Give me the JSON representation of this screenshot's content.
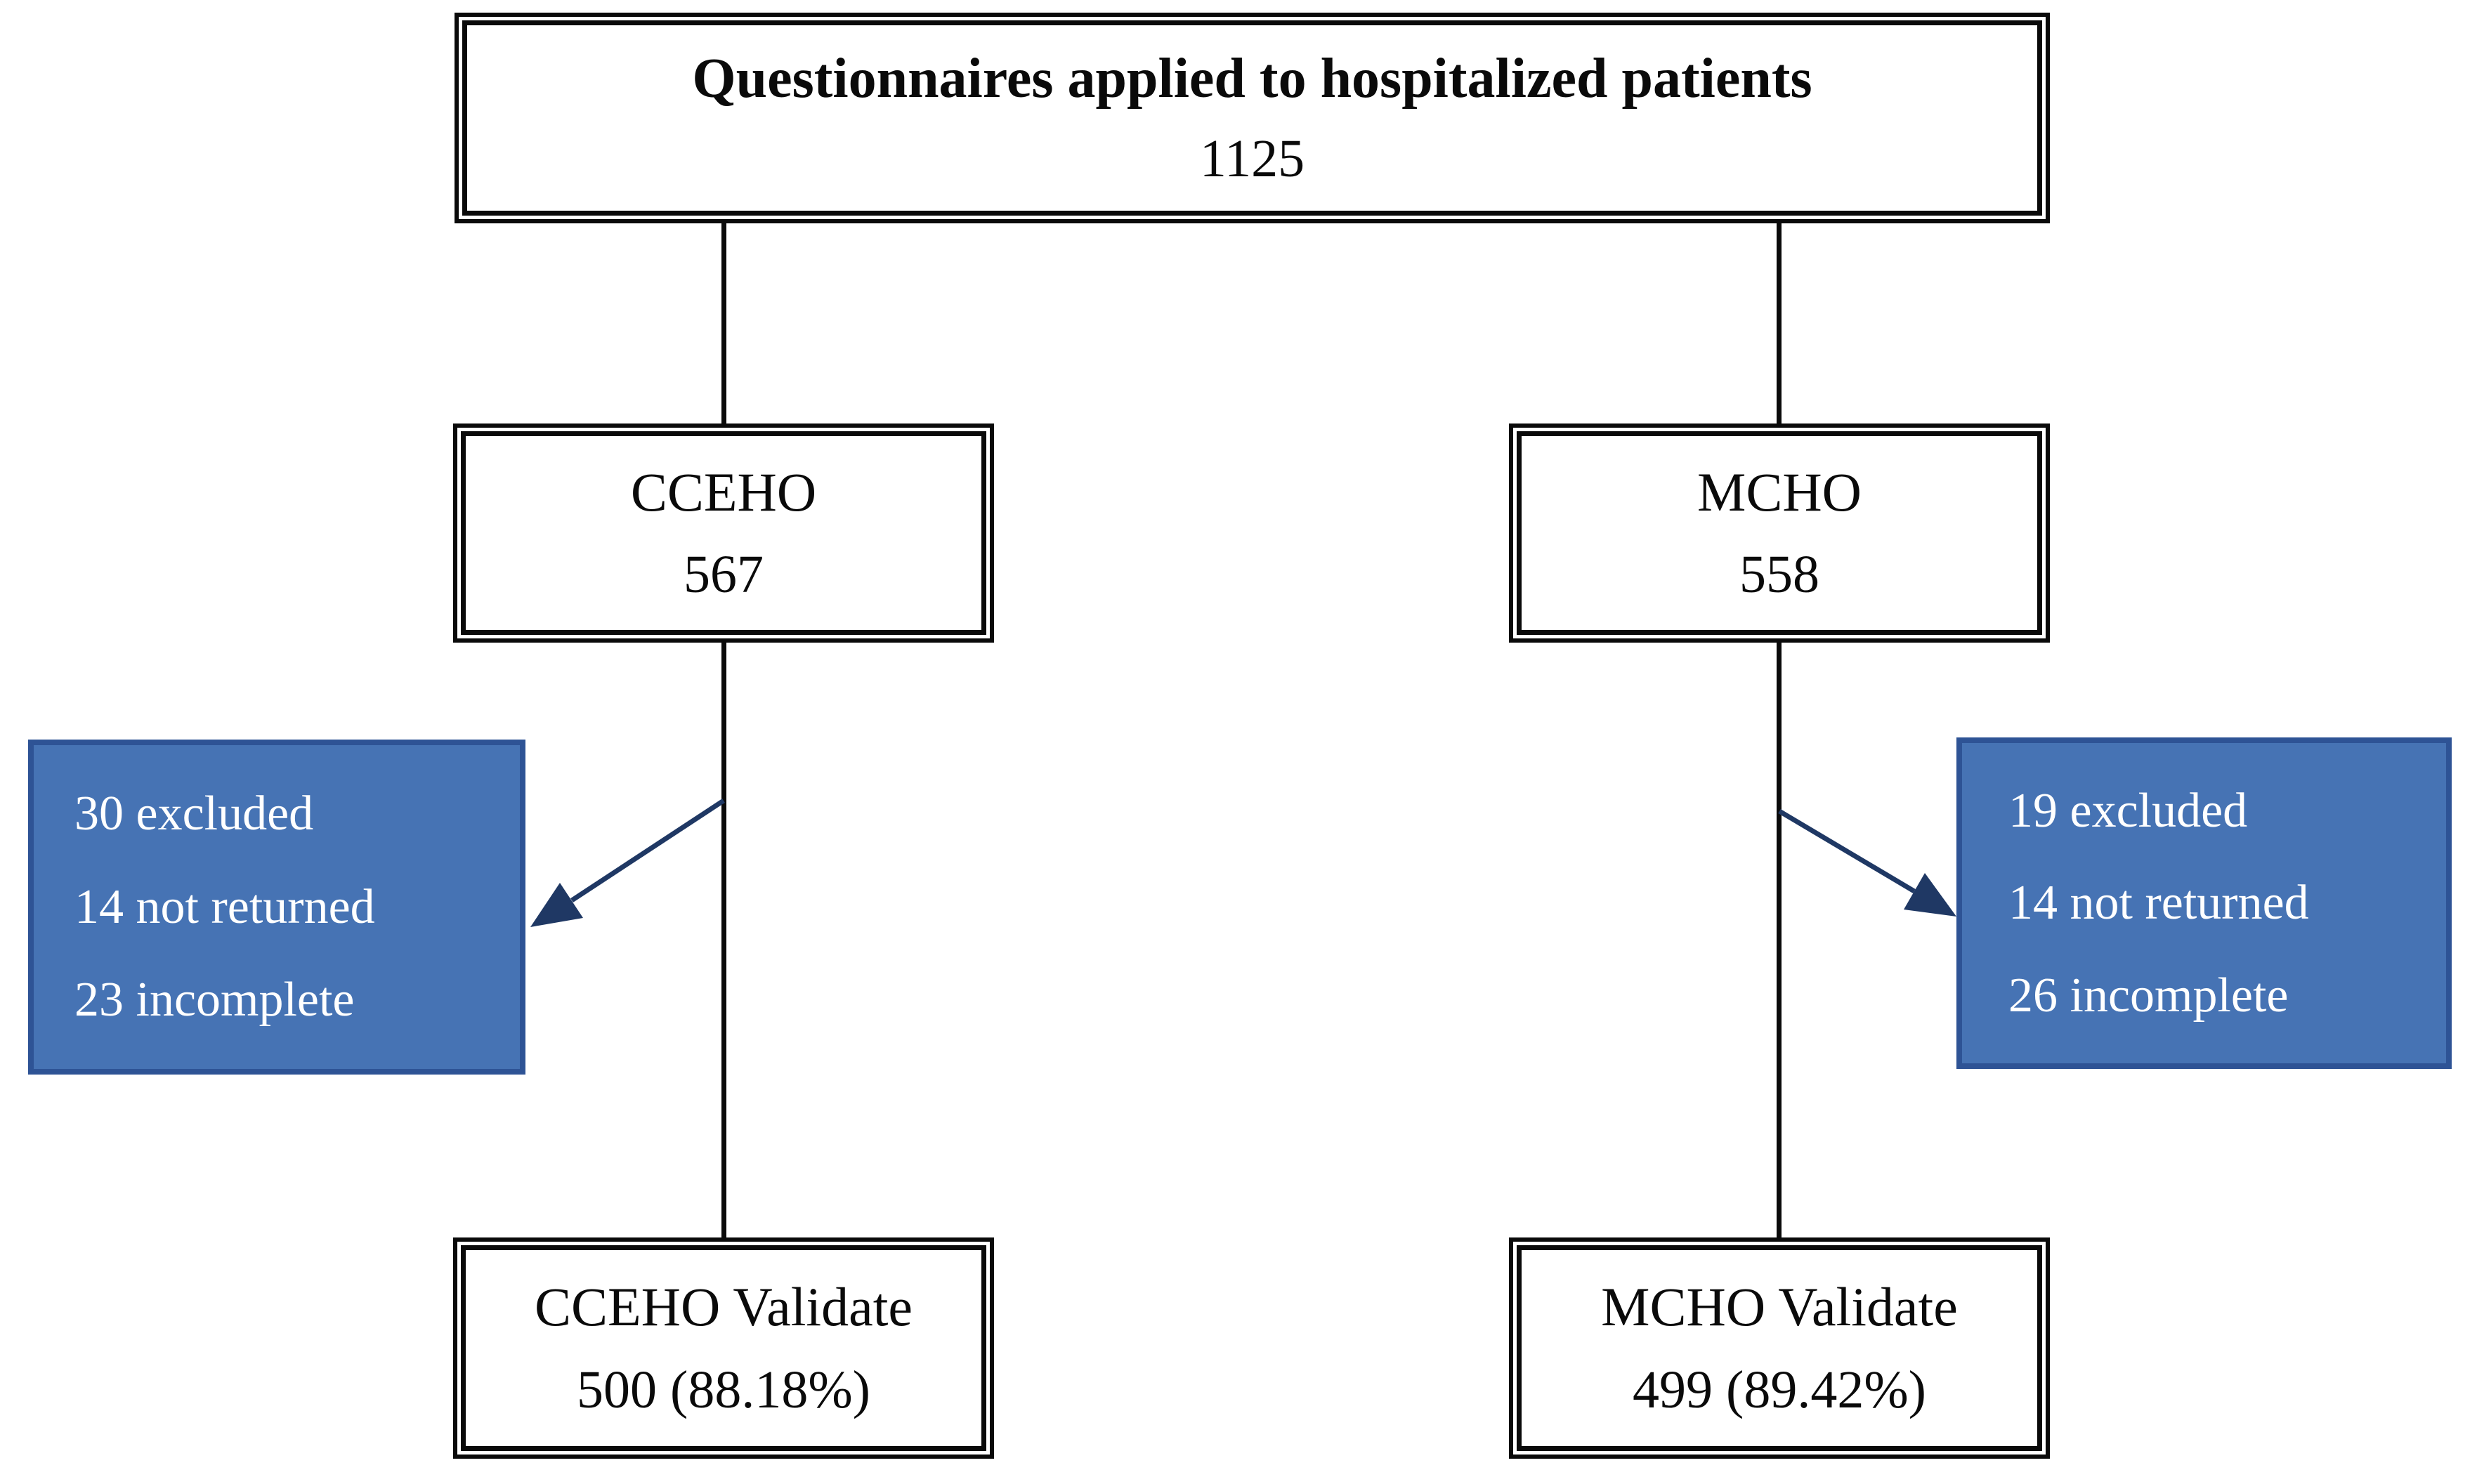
{
  "figure": {
    "type": "flow-diagram",
    "background": "#ffffff",
    "colors": {
      "box_border": "#0a0a0a",
      "box_fill": "#ffffff",
      "box_text": "#0a0a0a",
      "exclusion_fill": "#4673b4",
      "exclusion_border": "#2e5395",
      "exclusion_text": "#ffffff",
      "connector": "#0a0a0a",
      "arrow": "#1f3864"
    }
  },
  "nodes": {
    "top": {
      "title": "Questionnaires applied to hospitalized patients",
      "count": "1125"
    },
    "cceho": {
      "title": "CCEHO",
      "count": "567"
    },
    "mcho": {
      "title": "MCHO",
      "count": "558"
    },
    "cceho_validate": {
      "title": "CCEHO Validate",
      "count": "500 (88.18%)"
    },
    "mcho_validate": {
      "title": "MCHO Validate",
      "count": "499 (89.42%)"
    }
  },
  "exclusions": {
    "left": {
      "lines": [
        "30 excluded",
        "14 not returned",
        "23 incomplete"
      ]
    },
    "right": {
      "lines": [
        "19 excluded",
        "14 not returned",
        "26 incomplete"
      ]
    }
  }
}
